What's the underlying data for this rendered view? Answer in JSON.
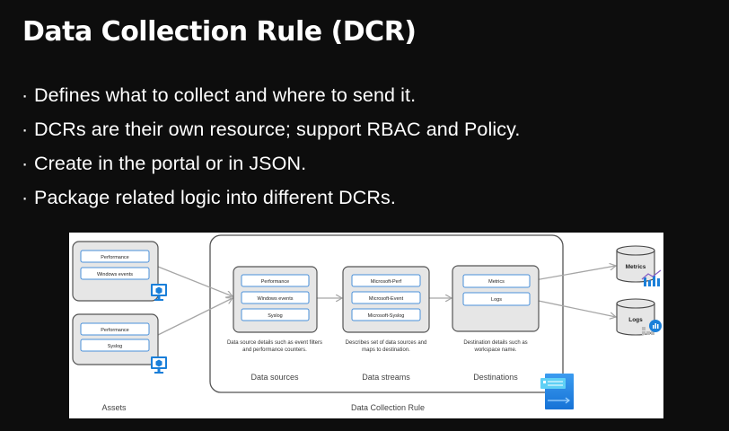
{
  "slide": {
    "title": "Data Collection Rule (DCR)",
    "bullet_glyph": "·",
    "bullets": [
      "Defines what to collect and where to send it.",
      "DCRs are their own resource; support RBAC and Policy.",
      "Create in the portal or in JSON.",
      "Package related logic into different DCRs."
    ]
  },
  "diagram": {
    "assets": {
      "label": "Assets",
      "groups": [
        {
          "items": [
            "Performance",
            "Windows events"
          ],
          "icon": "virtual-machine-icon"
        },
        {
          "items": [
            "Performance",
            "Syslog"
          ],
          "icon": "virtual-machine-icon"
        }
      ]
    },
    "dcr": {
      "label": "Data Collection Rule",
      "icon": "data-collection-rule-icon",
      "sections": [
        {
          "label": "Data sources",
          "items": [
            "Performance",
            "Windows events",
            "Syslog"
          ],
          "description": "Data source details such as event filters and performance counters."
        },
        {
          "label": "Data streams",
          "items": [
            "Microsoft-Perf",
            "Microsoft-Event",
            "Microsoft-Syslog"
          ],
          "description": "Describes set of data sources and maps to destination."
        },
        {
          "label": "Destinations",
          "items": [
            "Metrics",
            "Logs"
          ],
          "description": "Destination details such as workspace name."
        }
      ]
    },
    "endpoints": [
      {
        "label": "Metrics",
        "icon": "metrics-chart-icon"
      },
      {
        "label": "Logs",
        "icon": "log-analytics-icon"
      }
    ],
    "colors": {
      "pill_border": "#4a90d9",
      "box_fill": "#e6e6e6",
      "box_stroke": "#555555",
      "arrow": "#a6a6a6",
      "azure_blue": "#0078d4",
      "metrics_purple": "#8661c5"
    }
  }
}
